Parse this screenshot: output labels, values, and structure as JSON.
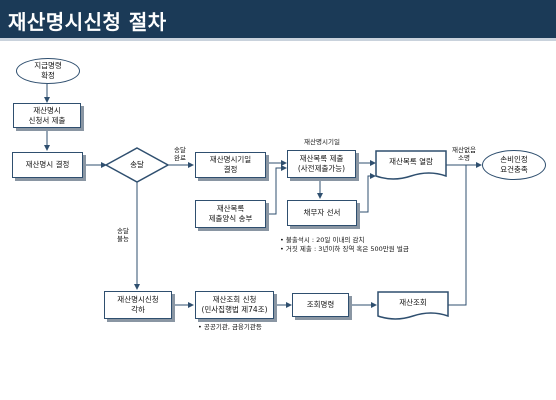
{
  "title": "재산명시신청 절차",
  "nodes": {
    "start": "지급명령\n확정",
    "apply": "재산명시\n신청서 제출",
    "decision": "재산명시 결정",
    "delivery": "송달",
    "set_date": "재산명시기일\n결정",
    "form_send": "재산목록\n제출양식 송부",
    "submit_list": "재산목록 제출\n(사전제출가능)",
    "oath": "채무자 선서",
    "inspect": "재산목록 열람",
    "recognize": "손비인정\n요건충족",
    "reject": "재산명시신청\n각하",
    "inquiry_apply": "재산조회 신청\n(민사집행법 제74조)",
    "inquiry_order": "조회명령",
    "inquiry": "재산조회"
  },
  "labels": {
    "delivered": "송달\n완료",
    "not_delivered": "송달\n불능",
    "hearing_date": "재산명시기일",
    "explain": "재산없음\n소명"
  },
  "notes": {
    "sanction_1": "• 불출석시 : 20일 이내의 감치",
    "sanction_2": "• 거짓 제출 : 3년이하 징역 혹은 500만원 벌금",
    "agencies": "• 공공기관, 금융기관등"
  },
  "colors": {
    "header": "#1b3a57",
    "border": "#2f4f6f",
    "shadow": "#8a96a3"
  }
}
